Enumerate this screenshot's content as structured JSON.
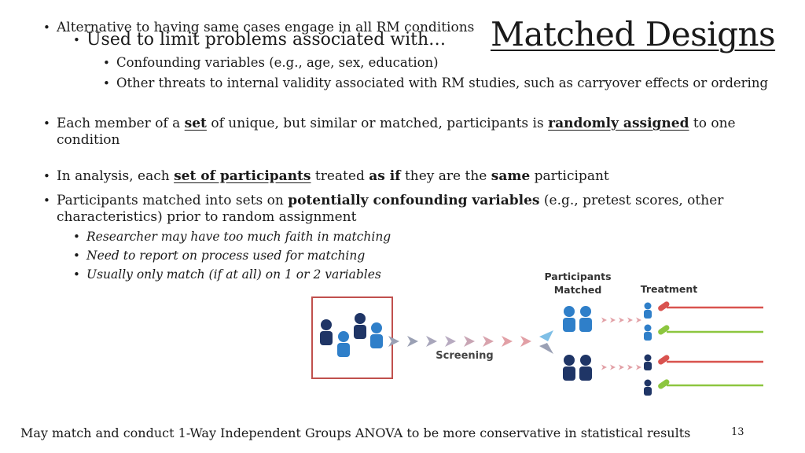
{
  "title": "Matched Designs",
  "bullets": {
    "alt": "Alternative to having same cases engage in all RM conditions",
    "used": "Used to limit problems associated with…",
    "confound": "Confounding variables (e.g., age, sex, education)",
    "threats": "Other threats to internal validity associated with RM studies, such as carryover effects or ordering",
    "member_pre": "Each member of a",
    "member_set": "set",
    "member_mid": "of unique, but similar or matched, participants is",
    "member_rand": "randomly assigned",
    "member_post": "to one",
    "member_line2": "condition",
    "analysis_pre": "In analysis, each",
    "analysis_set": "set of participants",
    "analysis_mid": "treated",
    "analysis_asif": "as if",
    "analysis_mid2": "they are the",
    "analysis_same": "same",
    "analysis_post": "participant",
    "matched_pre": "Participants matched into sets on",
    "matched_bold": "potentially confounding variables",
    "matched_post": "(e.g., pretest scores, other",
    "matched_line2": "characteristics) prior to random assignment",
    "faith": "Researcher may have too much faith in matching",
    "report": "Need to report on process used for matching",
    "usually": "Usually only match (if at all) on 1 or 2 variables"
  },
  "diagram": {
    "participants_matched_line1": "Participants",
    "participants_matched_line2": "Matched",
    "treatment": "Treatment",
    "screening": "Screening",
    "colors": {
      "navy": "#1f3566",
      "blue": "#2f7fc9",
      "red_line": "#d9534f",
      "green_line": "#8cc63f",
      "arrow_gray": "#9aa0b4",
      "arrow_pink": "#e2a0a6",
      "box_border": "#c0504d"
    }
  },
  "footer": "May match and conduct 1-Way Independent Groups ANOVA to be more conservative in statistical results",
  "page_number": "13"
}
